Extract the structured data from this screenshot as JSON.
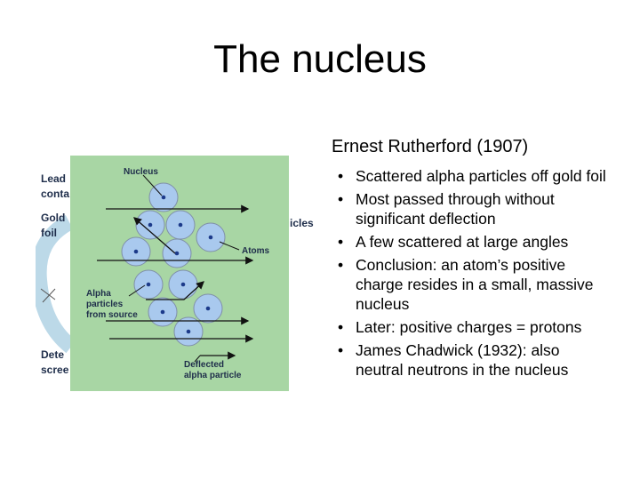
{
  "slide": {
    "title": "The nucleus"
  },
  "figure": {
    "behind_labels": [
      "Lead",
      "conta",
      "Gold",
      "foil",
      "Dete",
      "scree",
      "icles"
    ],
    "labels": {
      "nucleus": "Nucleus",
      "atoms": "Atoms",
      "alpha_line1": "Alpha",
      "alpha_line2": "particles",
      "alpha_line3": "from source",
      "deflected_line1": "Deflected",
      "deflected_line2": "alpha particle"
    },
    "colors": {
      "panel": "#a8d6a4",
      "atom": "#a9c9ee",
      "nucleus_dot": "#1c3a8a"
    }
  },
  "content": {
    "subtitle": "Ernest Rutherford (1907)",
    "bullet_symbol": "•",
    "bullets": [
      "Scattered alpha particles off gold foil",
      "Most passed through without significant deflection",
      "A few scattered at large angles",
      "Conclusion: an atom’s positive charge resides in a small, massive nucleus",
      "Later: positive charges = protons",
      "James Chadwick (1932): also neutral neutrons in the nucleus"
    ]
  }
}
